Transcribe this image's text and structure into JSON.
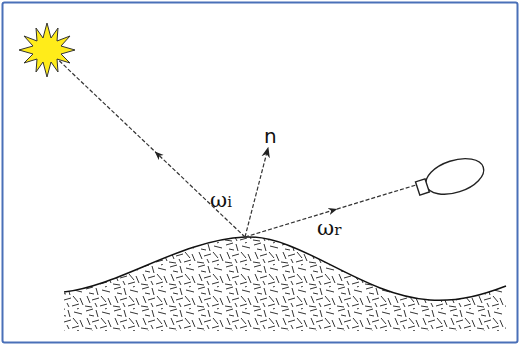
{
  "diagram": {
    "labels": [
      "n",
      "ωi",
      "ωr"
    ]
  }
}
